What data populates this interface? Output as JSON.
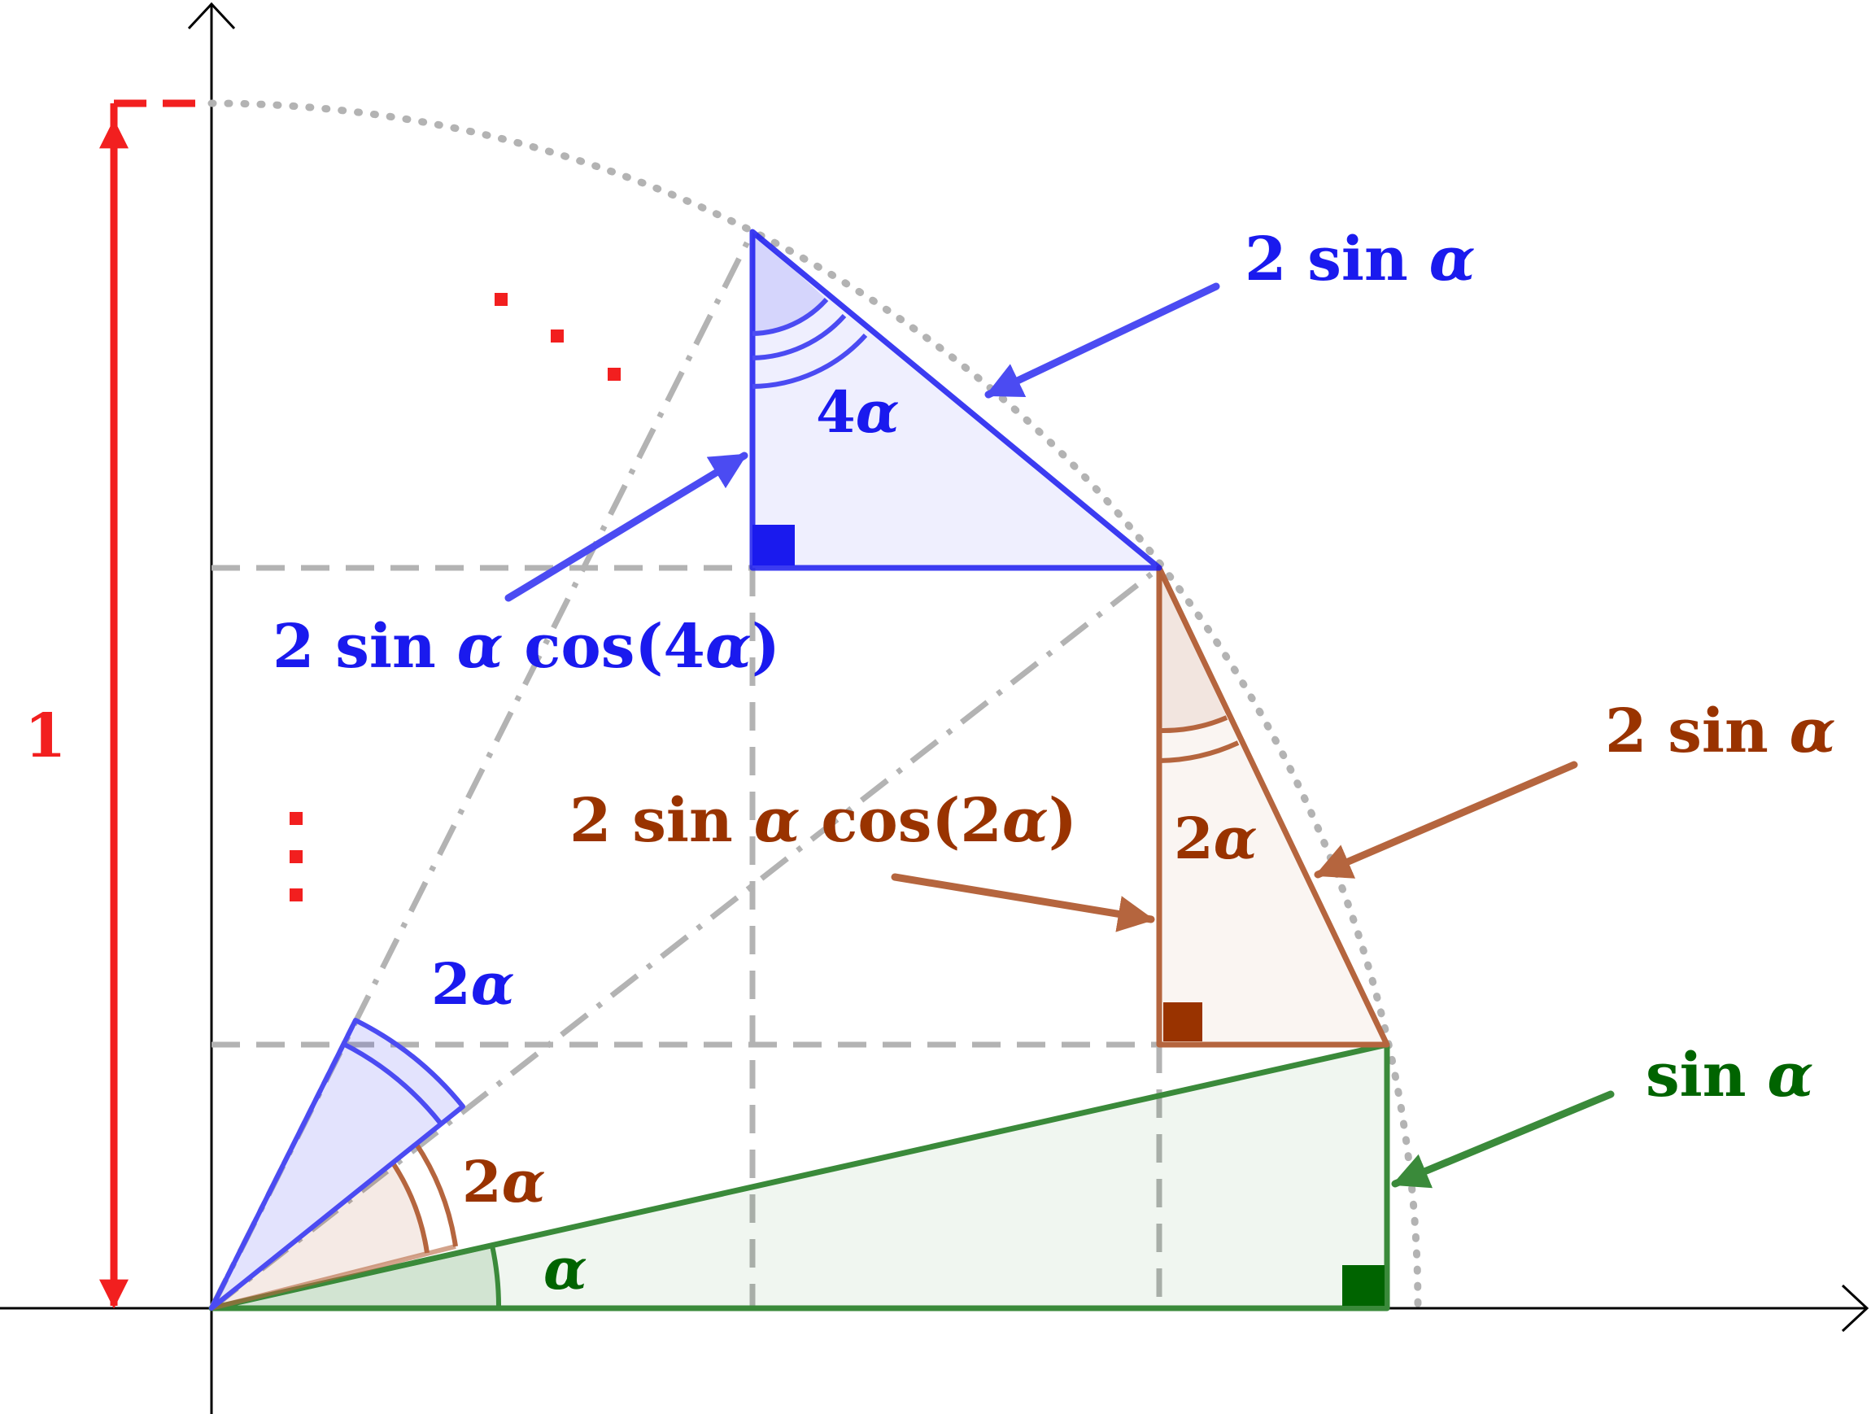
{
  "colors": {
    "red": "#f21f1f",
    "blue": "#1a1aee",
    "blue_line": "#4b4bf2",
    "brown": "#993300",
    "brown_line": "#b5653e",
    "green": "#006400",
    "green_line": "#3a8a3a",
    "gray": "#b3b3b3",
    "axis": "#000000"
  },
  "labels": {
    "one": "1",
    "blue_hyp": {
      "prefix": "2 sin ",
      "var": "α"
    },
    "blue_side": {
      "prefix": "2 sin ",
      "var": "α",
      "mid": " cos(4",
      "var2": "α",
      "suffix": ")"
    },
    "blue_angle_top": {
      "num": "4",
      "var": "α"
    },
    "blue_angle_bottom": {
      "num": "2",
      "var": "α"
    },
    "brown_hyp": {
      "prefix": "2 sin ",
      "var": "α"
    },
    "brown_side": {
      "prefix": "2 sin ",
      "var": "α",
      "mid": " cos(2",
      "var2": "α",
      "suffix": ")"
    },
    "brown_angle_right": {
      "num": "2",
      "var": "α"
    },
    "brown_angle_bottom": {
      "num": "2",
      "var": "α"
    },
    "green_side": {
      "prefix": "sin ",
      "var": "α"
    },
    "green_angle": {
      "num": "",
      "var": "α"
    },
    "ellipsis_diag": "· · ·",
    "ellipsis_vert": "⋮"
  }
}
